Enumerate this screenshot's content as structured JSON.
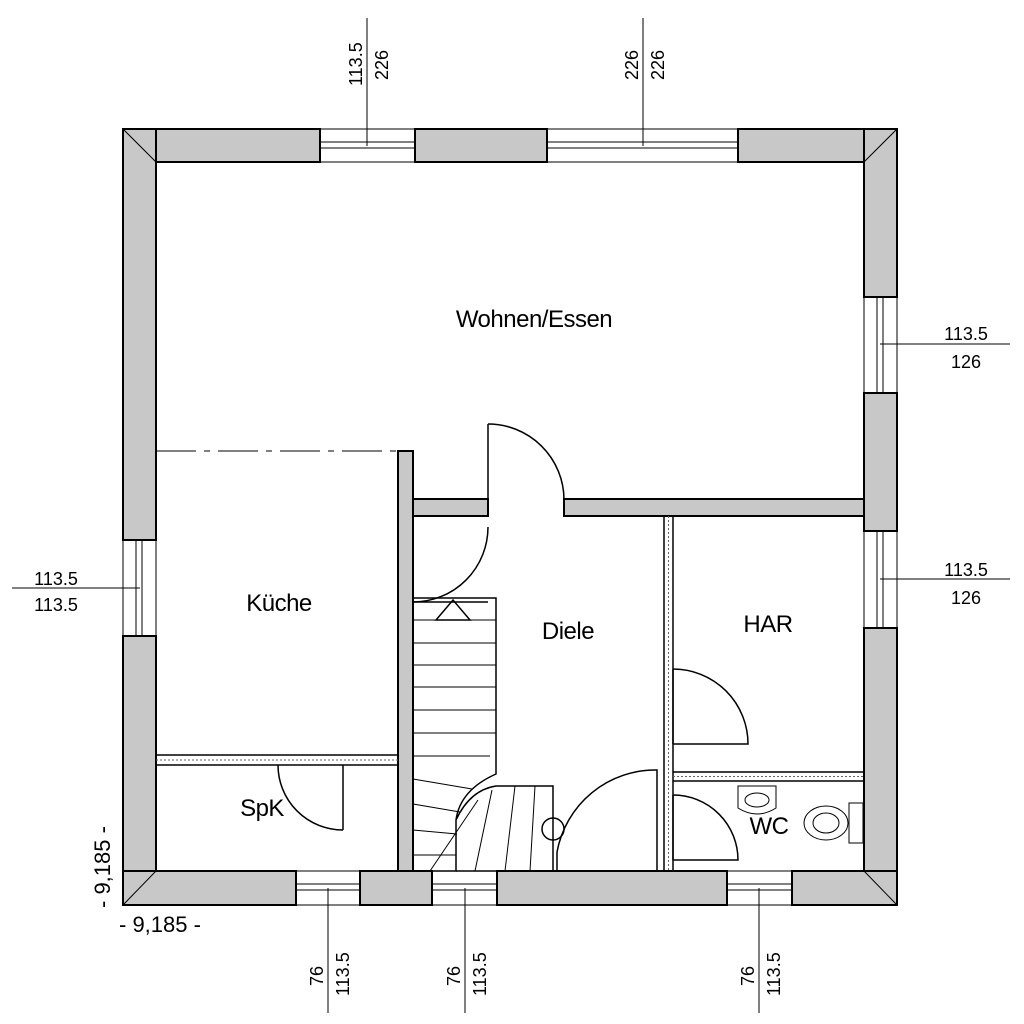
{
  "rooms": {
    "wohnen": "Wohnen/Essen",
    "kueche": "Küche",
    "diele": "Diele",
    "har": "HAR",
    "spk": "SpK",
    "wc": "WC"
  },
  "overall": {
    "width": "- 9,185 -",
    "height": "- 9,185 -"
  },
  "windows": {
    "top_left": {
      "a": "113.5",
      "b": "226"
    },
    "top_right": {
      "a": "226",
      "b": "226"
    },
    "right_upper": {
      "a": "113.5",
      "b": "126"
    },
    "right_lower": {
      "a": "113.5",
      "b": "126"
    },
    "left": {
      "a": "113.5",
      "b": "113.5"
    },
    "bottom_left": {
      "a": "76",
      "b": "113.5"
    },
    "bottom_mid": {
      "a": "76",
      "b": "113.5"
    },
    "bottom_right": {
      "a": "76",
      "b": "113.5"
    }
  },
  "colors": {
    "wall": "#c8c8c8",
    "line": "#000000"
  }
}
